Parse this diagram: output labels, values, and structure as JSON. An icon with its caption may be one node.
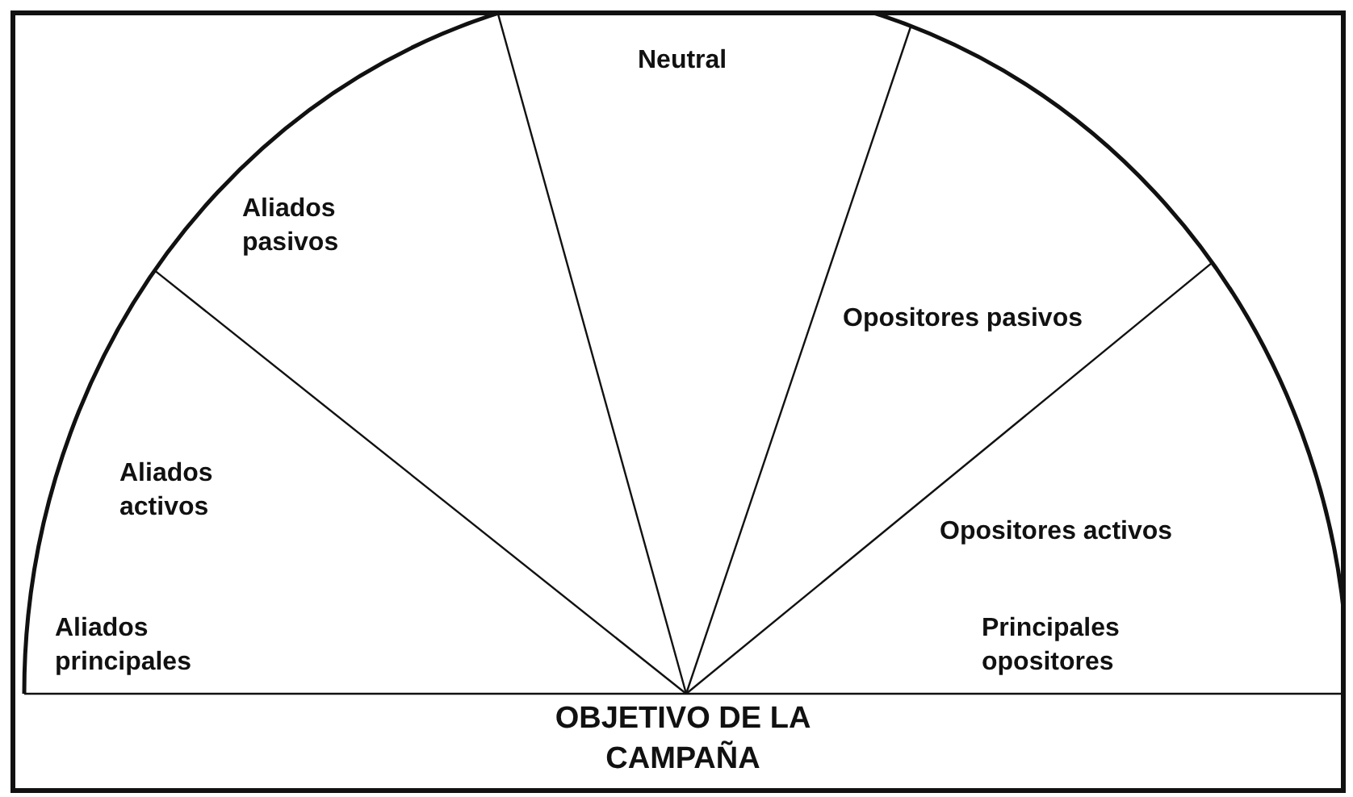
{
  "diagram": {
    "labels": [
      "Neutral",
      "Aliados pasivos",
      "Opositores pasivos",
      "Aliados activos",
      "Opositores activos",
      "Aliados principales",
      "Principales opositores",
      "OBJETIVO DE LA CAMPAÑA"
    ]
  }
}
